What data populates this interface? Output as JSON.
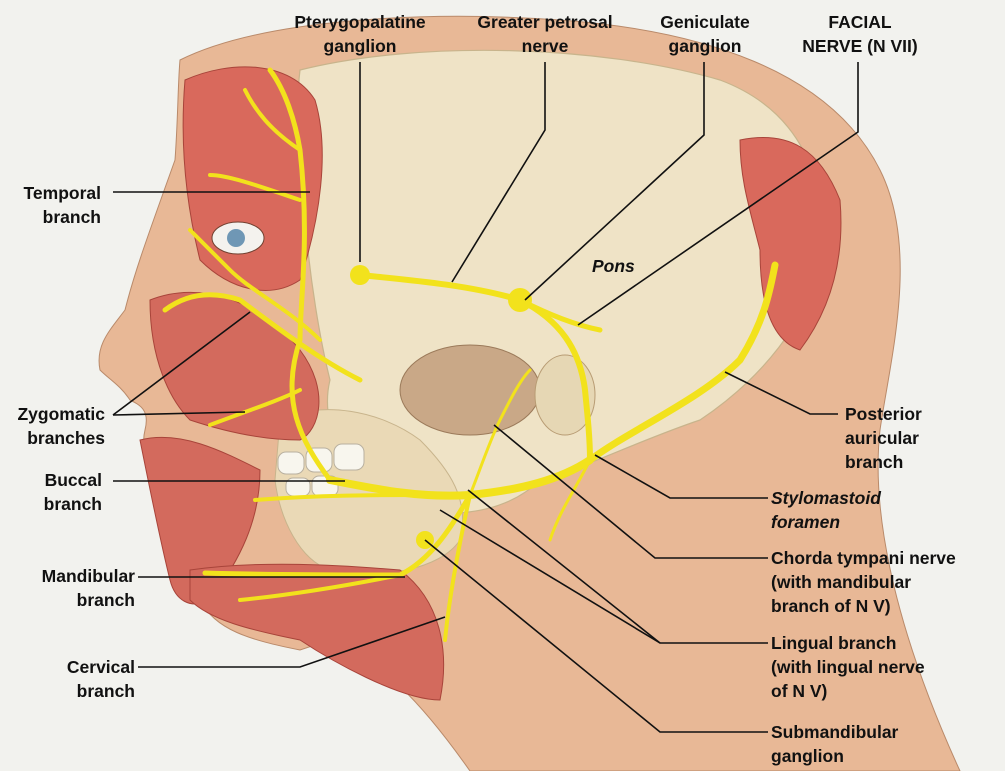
{
  "colors": {
    "background": "#f2f2ee",
    "skin": "#e3b08f",
    "muscle": "#d9695c",
    "bone": "#efe3c6",
    "nerve": "#f2e21c",
    "leader_line": "#111111"
  },
  "labels": {
    "pterygopalatine": [
      "Pterygopalatine",
      "ganglion"
    ],
    "greater_petrosal": [
      "Greater petrosal",
      "nerve"
    ],
    "geniculate": [
      "Geniculate",
      "ganglion"
    ],
    "facial_nerve": [
      "FACIAL",
      "NERVE (N VII)"
    ],
    "pons": "Pons",
    "temporal": [
      "Temporal",
      "branch"
    ],
    "zygomatic": [
      "Zygomatic",
      "branches"
    ],
    "buccal": [
      "Buccal",
      "branch"
    ],
    "mandibular": [
      "Mandibular",
      "branch"
    ],
    "cervical": [
      "Cervical",
      "branch"
    ],
    "posterior_auricular": [
      "Posterior",
      "auricular",
      "branch"
    ],
    "stylomastoid": [
      "Stylomastoid",
      "foramen"
    ],
    "chorda_tympani": [
      "Chorda tympani nerve",
      "(with mandibular",
      "branch of N V)"
    ],
    "lingual": [
      "Lingual branch",
      "(with lingual nerve",
      "of N V)"
    ],
    "submandibular": [
      "Submandibular",
      "ganglion"
    ]
  }
}
